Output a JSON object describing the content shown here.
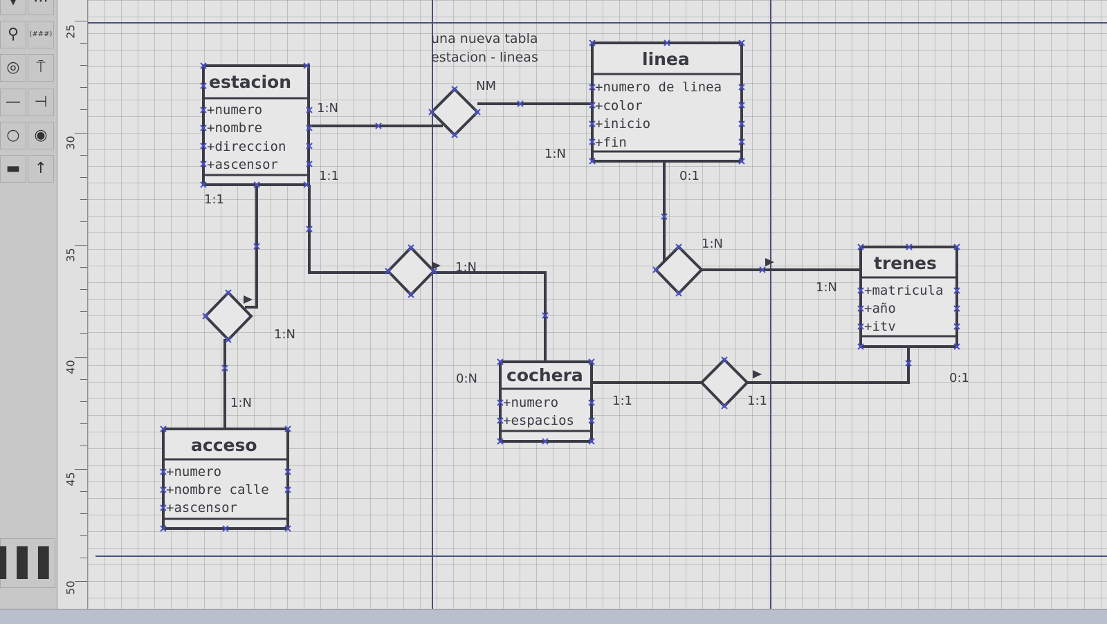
{
  "toolbox": {
    "tools": [
      {
        "icon": "pointer-tool-icon"
      },
      {
        "icon": "dotted-line-tool-icon"
      },
      {
        "icon": "magnifier-tool-icon"
      },
      {
        "icon": "text-tool-icon",
        "label": "(###)"
      },
      {
        "icon": "ellipse-tool-icon"
      },
      {
        "icon": "pin-tool-icon"
      },
      {
        "icon": "line-tool-icon"
      },
      {
        "icon": "connector-tool-icon"
      },
      {
        "icon": "circle-tool-icon"
      },
      {
        "icon": "radio-tool-icon"
      },
      {
        "icon": "bar-tool-icon"
      },
      {
        "icon": "arrow-up-tool-icon"
      }
    ]
  },
  "ruler": {
    "labels": [
      "25",
      "30",
      "35",
      "40",
      "45",
      "50"
    ]
  },
  "note": {
    "line1": "una nueva tabla",
    "line2": "estacion - lineas"
  },
  "entities": {
    "estacion": {
      "title": "estacion",
      "attributes": [
        "+numero",
        "+nombre",
        "+direccion",
        "+ascensor"
      ]
    },
    "linea": {
      "title": "linea",
      "attributes": [
        "+numero de linea",
        "+color",
        "+inicio",
        "+fin"
      ]
    },
    "trenes": {
      "title": "trenes",
      "attributes": [
        "+matricula",
        "+año",
        "+itv"
      ]
    },
    "cochera": {
      "title": "cochera",
      "attributes": [
        "+numero",
        "+espacios"
      ]
    },
    "acceso": {
      "title": "acceso",
      "attributes": [
        "+numero",
        "+nombre calle",
        "+ascensor"
      ]
    }
  },
  "cardinalities": {
    "estacion_nm": "1:N",
    "nm": "NM",
    "linea_nm": "1:N",
    "estacion_cochera": "1:1",
    "estacion_acceso_top": "1:1",
    "linea_trenes": "0:1",
    "rel_cochera_right": "1:N",
    "rel_trenes_top": "1:N",
    "trenes_left": "1:N",
    "acceso_rel": "1:N",
    "acceso_bottom": "1:N",
    "cochera_left": "0:N",
    "cochera_right": "1:1",
    "cochera_trenes_rel": "1:1",
    "trenes_bottom": "0:1"
  },
  "colors": {
    "line": "#3b3c46",
    "marker": "#4a4fc8",
    "grid": "#e2e3e2"
  }
}
